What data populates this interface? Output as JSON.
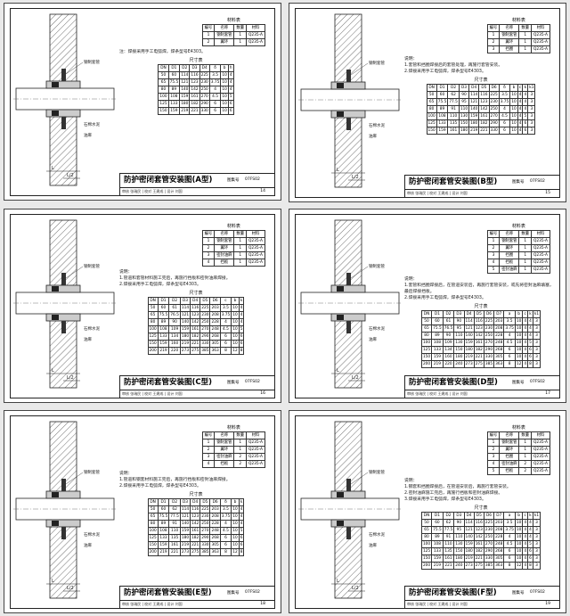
{
  "common": {
    "material_caption": "材料表",
    "material_headers": [
      "编号",
      "名称",
      "数量",
      "材料"
    ],
    "size_caption": "尺寸表",
    "atlas_label": "图集号",
    "atlas_no": "07FS02",
    "signature": "审核 张瑞民 | 校对 王建成 | 设计 刘国",
    "labels": [
      "挡板",
      "钢制套管",
      "油麻",
      "石棉水泥",
      "外侧",
      "L/2",
      "L"
    ]
  },
  "panels": [
    {
      "title": "防护密闭套管安装图(A型)",
      "page": "14",
      "materials": [
        [
          "1",
          "钢制套管",
          "1",
          "Q235-A"
        ],
        [
          "2",
          "翼环",
          "1",
          "Q235-A"
        ]
      ],
      "notes": [
        "注：焊接采用手工电弧焊，焊条型号E4303。"
      ],
      "size_headers": [
        "DN",
        "D1",
        "D2",
        "D3",
        "D4",
        "δ",
        "b",
        "h"
      ],
      "size_rows": [
        [
          "50",
          "60",
          "114",
          "116",
          "225",
          "3.5",
          "10",
          "4"
        ],
        [
          "65",
          "75.5",
          "121",
          "123",
          "230",
          "3.75",
          "10",
          "4"
        ],
        [
          "80",
          "89",
          "140",
          "142",
          "250",
          "4",
          "10",
          "4"
        ],
        [
          "100",
          "108",
          "159",
          "161",
          "270",
          "4.5",
          "10",
          "5"
        ],
        [
          "125",
          "133",
          "180",
          "182",
          "290",
          "6",
          "10",
          "6"
        ],
        [
          "150",
          "159",
          "219",
          "221",
          "330",
          "6",
          "10",
          "6"
        ]
      ]
    },
    {
      "title": "防护密闭套管安装图(B型)",
      "page": "15",
      "materials": [
        [
          "1",
          "钢制套管",
          "1",
          "Q235-A"
        ],
        [
          "2",
          "翼环",
          "1",
          "Q235-A"
        ],
        [
          "3",
          "挡圈",
          "1",
          "Q235-A"
        ]
      ],
      "notes": [
        "说明：",
        "1.套管和挡圈焊接后的套管处理，再施行套管安装。",
        "2.焊接采用手工电弧焊，焊条型号E4303。"
      ],
      "size_headers": [
        "DN",
        "D1",
        "D2",
        "D3",
        "D4",
        "D5",
        "D6",
        "δ",
        "b",
        "c",
        "k",
        "k1"
      ],
      "size_rows": [
        [
          "50",
          "60",
          "62",
          "90",
          "114",
          "116",
          "225",
          "3.5",
          "10",
          "4",
          "4",
          "3"
        ],
        [
          "65",
          "75.5",
          "77.5",
          "95",
          "121",
          "123",
          "230",
          "3.75",
          "10",
          "4",
          "4",
          "3"
        ],
        [
          "80",
          "89",
          "91",
          "110",
          "140",
          "142",
          "250",
          "4",
          "10",
          "4",
          "4",
          "3"
        ],
        [
          "100",
          "108",
          "110",
          "130",
          "159",
          "161",
          "270",
          "4.5",
          "10",
          "4",
          "5",
          "3"
        ],
        [
          "125",
          "133",
          "135",
          "150",
          "180",
          "182",
          "290",
          "6",
          "10",
          "4",
          "6",
          "3"
        ],
        [
          "150",
          "159",
          "161",
          "180",
          "219",
          "221",
          "330",
          "6",
          "10",
          "4",
          "6",
          "3"
        ]
      ]
    },
    {
      "title": "防护密闭套管安装图(C型)",
      "page": "16",
      "materials": [
        [
          "1",
          "钢制套管",
          "1",
          "Q235-A"
        ],
        [
          "2",
          "翼环",
          "1",
          "Q235-A"
        ],
        [
          "3",
          "密封油麻",
          "1",
          "Q235-A"
        ],
        [
          "4",
          "挡板",
          "1",
          "Q235-A"
        ]
      ],
      "notes": [
        "说明：",
        "1.管道和套管材料施工完后，再施行挡板和密封油麻焊接。",
        "2.焊接采用手工电弧焊，焊条型号E4303。"
      ],
      "size_headers": [
        "DN",
        "D1",
        "D2",
        "D3",
        "D4",
        "D5",
        "D6",
        "c",
        "b",
        "k"
      ],
      "size_rows": [
        [
          "50",
          "60",
          "61",
          "114",
          "116",
          "225",
          "203",
          "3.5",
          "10",
          "4"
        ],
        [
          "65",
          "75.5",
          "76.5",
          "121",
          "123",
          "230",
          "208",
          "3.75",
          "10",
          "4"
        ],
        [
          "80",
          "89",
          "90",
          "140",
          "142",
          "250",
          "228",
          "4",
          "10",
          "4"
        ],
        [
          "100",
          "108",
          "109",
          "159",
          "161",
          "270",
          "248",
          "4.5",
          "10",
          "5"
        ],
        [
          "125",
          "133",
          "134",
          "180",
          "182",
          "290",
          "268",
          "6",
          "10",
          "6"
        ],
        [
          "150",
          "159",
          "160",
          "219",
          "221",
          "330",
          "305",
          "6",
          "10",
          "6"
        ],
        [
          "200",
          "219",
          "220",
          "273",
          "275",
          "385",
          "363",
          "8",
          "12",
          "8"
        ]
      ]
    },
    {
      "title": "防护密闭套管安装图(D型)",
      "page": "17",
      "materials": [
        [
          "1",
          "钢制套管",
          "1",
          "Q235-A"
        ],
        [
          "2",
          "翼环",
          "1",
          "Q235-A"
        ],
        [
          "3",
          "挡圈",
          "1",
          "Q235-A"
        ],
        [
          "4",
          "挡板",
          "1",
          "Q235-A"
        ],
        [
          "5",
          "密封油麻",
          "1",
          "Q235-A"
        ]
      ],
      "notes": [
        "说明：",
        "1.套管和挡圈焊接后，在管道安装后，再施行套管安装，或先将密封油麻填塞，最后焊接挡板。",
        "2.焊接采用手工电弧焊，焊条型号E4303。"
      ],
      "size_headers": [
        "DN",
        "D1",
        "D2",
        "D3",
        "D4",
        "D5",
        "D6",
        "D7",
        "a",
        "b",
        "c",
        "k",
        "k1"
      ],
      "size_rows": [
        [
          "50",
          "60",
          "61",
          "90",
          "114",
          "116",
          "225",
          "203",
          "3.5",
          "10",
          "4",
          "4",
          "3"
        ],
        [
          "65",
          "75.5",
          "76.5",
          "95",
          "121",
          "123",
          "230",
          "208",
          "3.75",
          "10",
          "4",
          "4",
          "3"
        ],
        [
          "80",
          "89",
          "90",
          "110",
          "140",
          "142",
          "250",
          "228",
          "4",
          "10",
          "4",
          "4",
          "3"
        ],
        [
          "100",
          "108",
          "109",
          "130",
          "159",
          "161",
          "270",
          "248",
          "4.5",
          "10",
          "4",
          "5",
          "3"
        ],
        [
          "125",
          "133",
          "134",
          "150",
          "180",
          "182",
          "290",
          "268",
          "6",
          "10",
          "4",
          "6",
          "3"
        ],
        [
          "150",
          "159",
          "160",
          "180",
          "219",
          "221",
          "330",
          "305",
          "6",
          "10",
          "4",
          "6",
          "3"
        ],
        [
          "200",
          "219",
          "220",
          "240",
          "273",
          "275",
          "385",
          "363",
          "8",
          "12",
          "4",
          "8",
          "3"
        ]
      ]
    },
    {
      "title": "防护密闭套管安装图(E型)",
      "page": "18",
      "materials": [
        [
          "1",
          "钢制套管",
          "1",
          "Q235-A"
        ],
        [
          "2",
          "翼环",
          "1",
          "Q235-A"
        ],
        [
          "3",
          "密封油麻",
          "2",
          "Q235-A"
        ],
        [
          "4",
          "挡板",
          "2",
          "Q235-A"
        ]
      ],
      "notes": [
        "说明：",
        "1.管道和钢套材料施工完后，再施行挡板和密封油麻焊接。",
        "2.焊接采用手工电弧焊，焊条型号E4303。"
      ],
      "size_headers": [
        "DN",
        "D1",
        "D2",
        "D3",
        "D4",
        "D5",
        "D6",
        "δ",
        "b",
        "k"
      ],
      "size_rows": [
        [
          "50",
          "60",
          "62",
          "114",
          "116",
          "225",
          "203",
          "3.5",
          "10",
          "4"
        ],
        [
          "65",
          "75.5",
          "77.5",
          "121",
          "123",
          "230",
          "208",
          "3.75",
          "10",
          "4"
        ],
        [
          "80",
          "89",
          "91",
          "140",
          "142",
          "250",
          "228",
          "4",
          "10",
          "4"
        ],
        [
          "100",
          "108",
          "110",
          "159",
          "161",
          "270",
          "248",
          "4.5",
          "10",
          "5"
        ],
        [
          "125",
          "133",
          "135",
          "180",
          "182",
          "290",
          "268",
          "6",
          "10",
          "6"
        ],
        [
          "150",
          "159",
          "161",
          "219",
          "221",
          "330",
          "305",
          "6",
          "10",
          "6"
        ],
        [
          "200",
          "219",
          "221",
          "273",
          "275",
          "385",
          "363",
          "8",
          "12",
          "8"
        ]
      ]
    },
    {
      "title": "防护密闭套管安装图(F型)",
      "page": "19",
      "materials": [
        [
          "1",
          "钢制套管",
          "1",
          "Q235-A"
        ],
        [
          "2",
          "翼环",
          "1",
          "Q235-A"
        ],
        [
          "3",
          "挡圈",
          "1",
          "Q235-A"
        ],
        [
          "4",
          "密封油麻",
          "2",
          "Q235-A"
        ],
        [
          "5",
          "挡板",
          "2",
          "Q235-A"
        ]
      ],
      "notes": [
        "说明：",
        "1.钢套和挡圈焊接后，在管道安装后，再施行套管安装。",
        "2.密封油麻施工完后，再施行挡板和密封油麻焊接。",
        "3.焊接采用手工电弧焊，焊条型号E4303。"
      ],
      "size_headers": [
        "DN",
        "D1",
        "D2",
        "D3",
        "D4",
        "D5",
        "D6",
        "D7",
        "a",
        "b",
        "c",
        "k",
        "k1"
      ],
      "size_rows": [
        [
          "50",
          "60",
          "62",
          "90",
          "114",
          "116",
          "225",
          "203",
          "3.5",
          "10",
          "4",
          "4",
          "3"
        ],
        [
          "65",
          "75.5",
          "77.5",
          "95",
          "121",
          "123",
          "230",
          "208",
          "3.75",
          "10",
          "4",
          "4",
          "3"
        ],
        [
          "80",
          "89",
          "91",
          "110",
          "140",
          "142",
          "250",
          "228",
          "4",
          "10",
          "4",
          "4",
          "3"
        ],
        [
          "100",
          "108",
          "110",
          "130",
          "159",
          "161",
          "270",
          "248",
          "4.5",
          "10",
          "4",
          "5",
          "3"
        ],
        [
          "125",
          "133",
          "135",
          "150",
          "180",
          "182",
          "290",
          "268",
          "6",
          "10",
          "4",
          "6",
          "3"
        ],
        [
          "150",
          "159",
          "161",
          "180",
          "219",
          "221",
          "330",
          "305",
          "6",
          "10",
          "4",
          "6",
          "3"
        ],
        [
          "200",
          "219",
          "221",
          "240",
          "273",
          "275",
          "385",
          "363",
          "8",
          "12",
          "4",
          "8",
          "3"
        ]
      ]
    }
  ]
}
